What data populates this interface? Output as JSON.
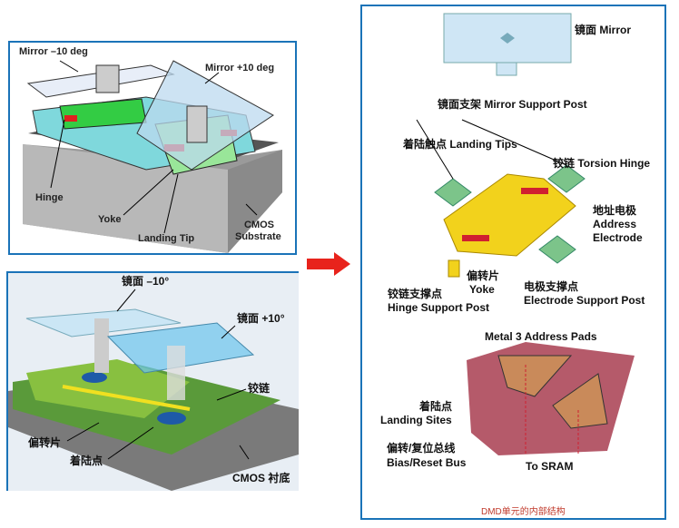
{
  "top_left": {
    "mirror_minus": "Mirror –10 deg",
    "mirror_plus": "Mirror +10 deg",
    "hinge": "Hinge",
    "yoke": "Yoke",
    "landing_tip": "Landing Tip",
    "cmos": "CMOS",
    "substrate": "Substrate"
  },
  "bottom_left": {
    "mirror_minus": "镜面 –10°",
    "mirror_plus": "镜面 +10°",
    "hinge": "铰链",
    "yoke": "偏转片",
    "landing": "着陆点",
    "cmos": "CMOS 衬底"
  },
  "right": {
    "mirror": "镜面 Mirror",
    "mirror_post": "镜面支架 Mirror Support Post",
    "landing_tips": "着陆触点 Landing Tips",
    "torsion_hinge": "铰链 Torsion Hinge",
    "address_electrode_cn": "地址电极",
    "address_electrode_1": "Address",
    "address_electrode_2": "Electrode",
    "yoke_cn": "偏转片",
    "yoke": "Yoke",
    "hinge_post_cn": "铰链支撑点",
    "hinge_post": "Hinge Support Post",
    "electrode_post_cn": "电极支撑点",
    "electrode_post": "Electrode Support Post",
    "metal3": "Metal 3 Address Pads",
    "landing_sites_cn": "着陆点",
    "landing_sites": "Landing Sites",
    "bias_cn": "偏转/复位总线",
    "bias": "Bias/Reset Bus",
    "to_sram": "To SRAM",
    "caption": "DMD单元的内部结构"
  },
  "colors": {
    "border": "#1a73b8",
    "arrow": "#e8231c",
    "mirror": "#cfe6f5",
    "green": "#6fcf6f",
    "yellow": "#f2d21c",
    "pad": "#c98a5a",
    "bus": "#b55a6a"
  }
}
